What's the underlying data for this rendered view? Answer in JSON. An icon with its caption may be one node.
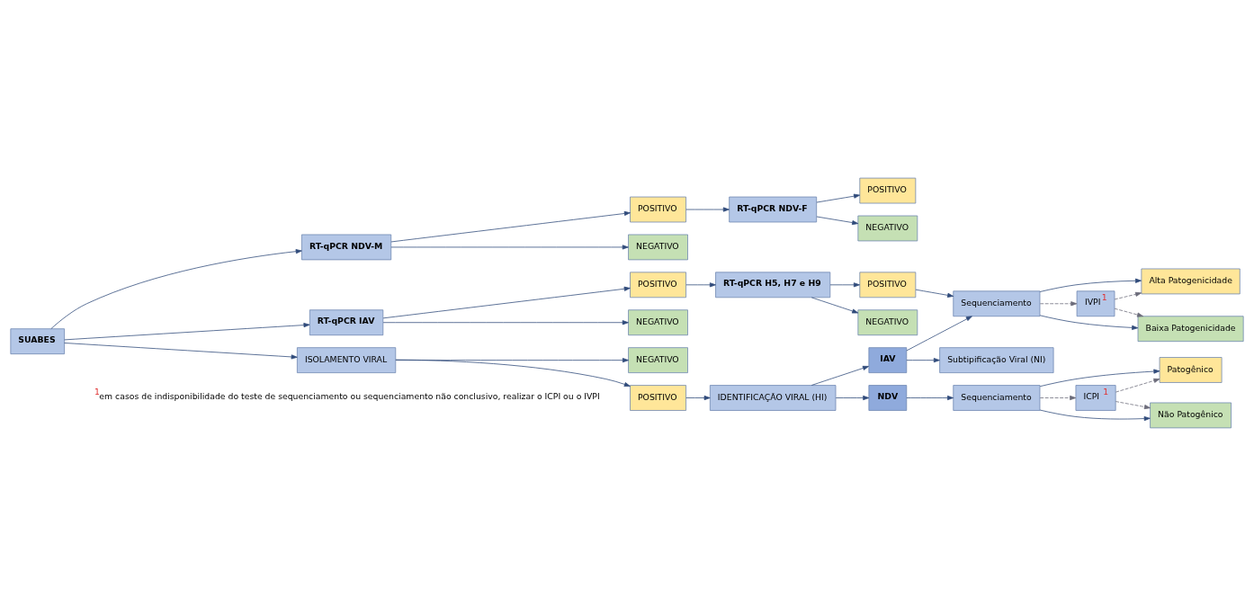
{
  "diagram": {
    "nodes": [
      {
        "text": [
          "SUABES"
        ]
      },
      {
        "text": [
          "RT-qPCR NDV-M"
        ]
      },
      {
        "text": [
          "POSITIVO"
        ]
      },
      {
        "text": [
          "NEGATIVO"
        ]
      },
      {
        "text": [
          "RT-qPCR NDV-F"
        ]
      },
      {
        "text": [
          "POSITIVO"
        ]
      },
      {
        "text": [
          "NEGATIVO"
        ]
      },
      {
        "text": [
          "RT-qPCR IAV"
        ]
      },
      {
        "text": [
          "POSITIVO"
        ]
      },
      {
        "text": [
          "NEGATIVO"
        ]
      },
      {
        "text": [
          "RT-qPCR H5, H7 e H9"
        ]
      },
      {
        "text": [
          "POSITIVO"
        ]
      },
      {
        "text": [
          "NEGATIVO"
        ]
      },
      {
        "text": [
          "ISOLAMENTO VIRAL"
        ]
      },
      {
        "text": [
          "NEGATIVO"
        ]
      },
      {
        "text": [
          "POSITIVO"
        ]
      },
      {
        "text": [
          "IDENTIFICAÇÃO VIRAL (HI)"
        ]
      },
      {
        "text": [
          "NDV"
        ]
      },
      {
        "text": [
          "Sequenciamento"
        ]
      },
      {
        "text": [
          "ICPI $^{1}$"
        ]
      },
      {
        "text": [
          "Patogênico"
        ]
      },
      {
        "text": [
          "Não Patogênico"
        ]
      },
      {
        "text": [
          "IAV"
        ]
      },
      {
        "text": [
          "Sequenciamento"
        ]
      },
      {
        "text": [
          "Subtipificação Viral (NI)"
        ]
      },
      {
        "text": [
          "Alta Patogenicidade"
        ]
      },
      {
        "text": [
          "Baixa Patogenicidade"
        ]
      },
      {
        "text": [
          "IVPI$^{1}$"
        ]
      }
    ],
    "edges": [
      {
        "from": 0,
        "to": 1,
        "arrow": "to"
      },
      {
        "from": 0,
        "to": 7,
        "arrow": "to"
      },
      {
        "from": 0,
        "to": 13,
        "arrow": "to"
      },
      {
        "from": 1,
        "to": 2,
        "arrow": "to"
      },
      {
        "from": 1,
        "to": 3,
        "arrow": "to"
      },
      {
        "from": 2,
        "to": 4,
        "arrow": "to"
      },
      {
        "from": 4,
        "to": 5,
        "arrow": "to"
      },
      {
        "from": 4,
        "to": 6,
        "arrow": "to"
      },
      {
        "from": 7,
        "to": 8,
        "arrow": "to"
      },
      {
        "from": 7,
        "to": 9,
        "arrow": "to"
      },
      {
        "from": 8,
        "to": 10,
        "arrow": "to"
      },
      {
        "from": 10,
        "to": 11,
        "arrow": "to"
      },
      {
        "from": 10,
        "to": 12,
        "arrow": "to"
      },
      {
        "from": 11,
        "to": 23,
        "arrow": "to"
      },
      {
        "from": 13,
        "to": 14,
        "arrow": "to"
      },
      {
        "from": 13,
        "to": 15,
        "arrow": "to"
      },
      {
        "from": 15,
        "to": 16,
        "arrow": "to"
      },
      {
        "from": 16,
        "to": 17,
        "arrow": "to"
      },
      {
        "from": 16,
        "to": 22,
        "arrow": "to"
      },
      {
        "from": 17,
        "to": 18,
        "arrow": "to"
      },
      {
        "from": 18,
        "to": 20,
        "arrow": "to"
      },
      {
        "from": 18,
        "to": 21,
        "arrow": "to"
      },
      {
        "from": 18,
        "to": 19,
        "arrow": "to",
        "style": "dashed"
      },
      {
        "from": 19,
        "to": 20,
        "arrow": "to",
        "style": "dashed"
      },
      {
        "from": 19,
        "to": 21,
        "arrow": "to",
        "style": "dashed"
      },
      {
        "from": 22,
        "to": 23,
        "arrow": "to"
      },
      {
        "from": 22,
        "to": 24,
        "arrow": "to"
      },
      {
        "from": 23,
        "to": 25,
        "arrow": "to"
      },
      {
        "from": 23,
        "to": 26,
        "arrow": "to"
      },
      {
        "from": 23,
        "to": 27,
        "arrow": "to",
        "style": "dashed"
      },
      {
        "from": 27,
        "to": 25,
        "arrow": "to",
        "style": "dashed"
      },
      {
        "from": 27,
        "to": 26,
        "arrow": "to",
        "style": "dashed"
      }
    ],
    "labels": [
      "$^{1}$em casos de indisponibilidade do teste de sequenciamento ou sequenciamento não conclusivo, realizar o ICPI ou o IVPI"
    ]
  }
}
